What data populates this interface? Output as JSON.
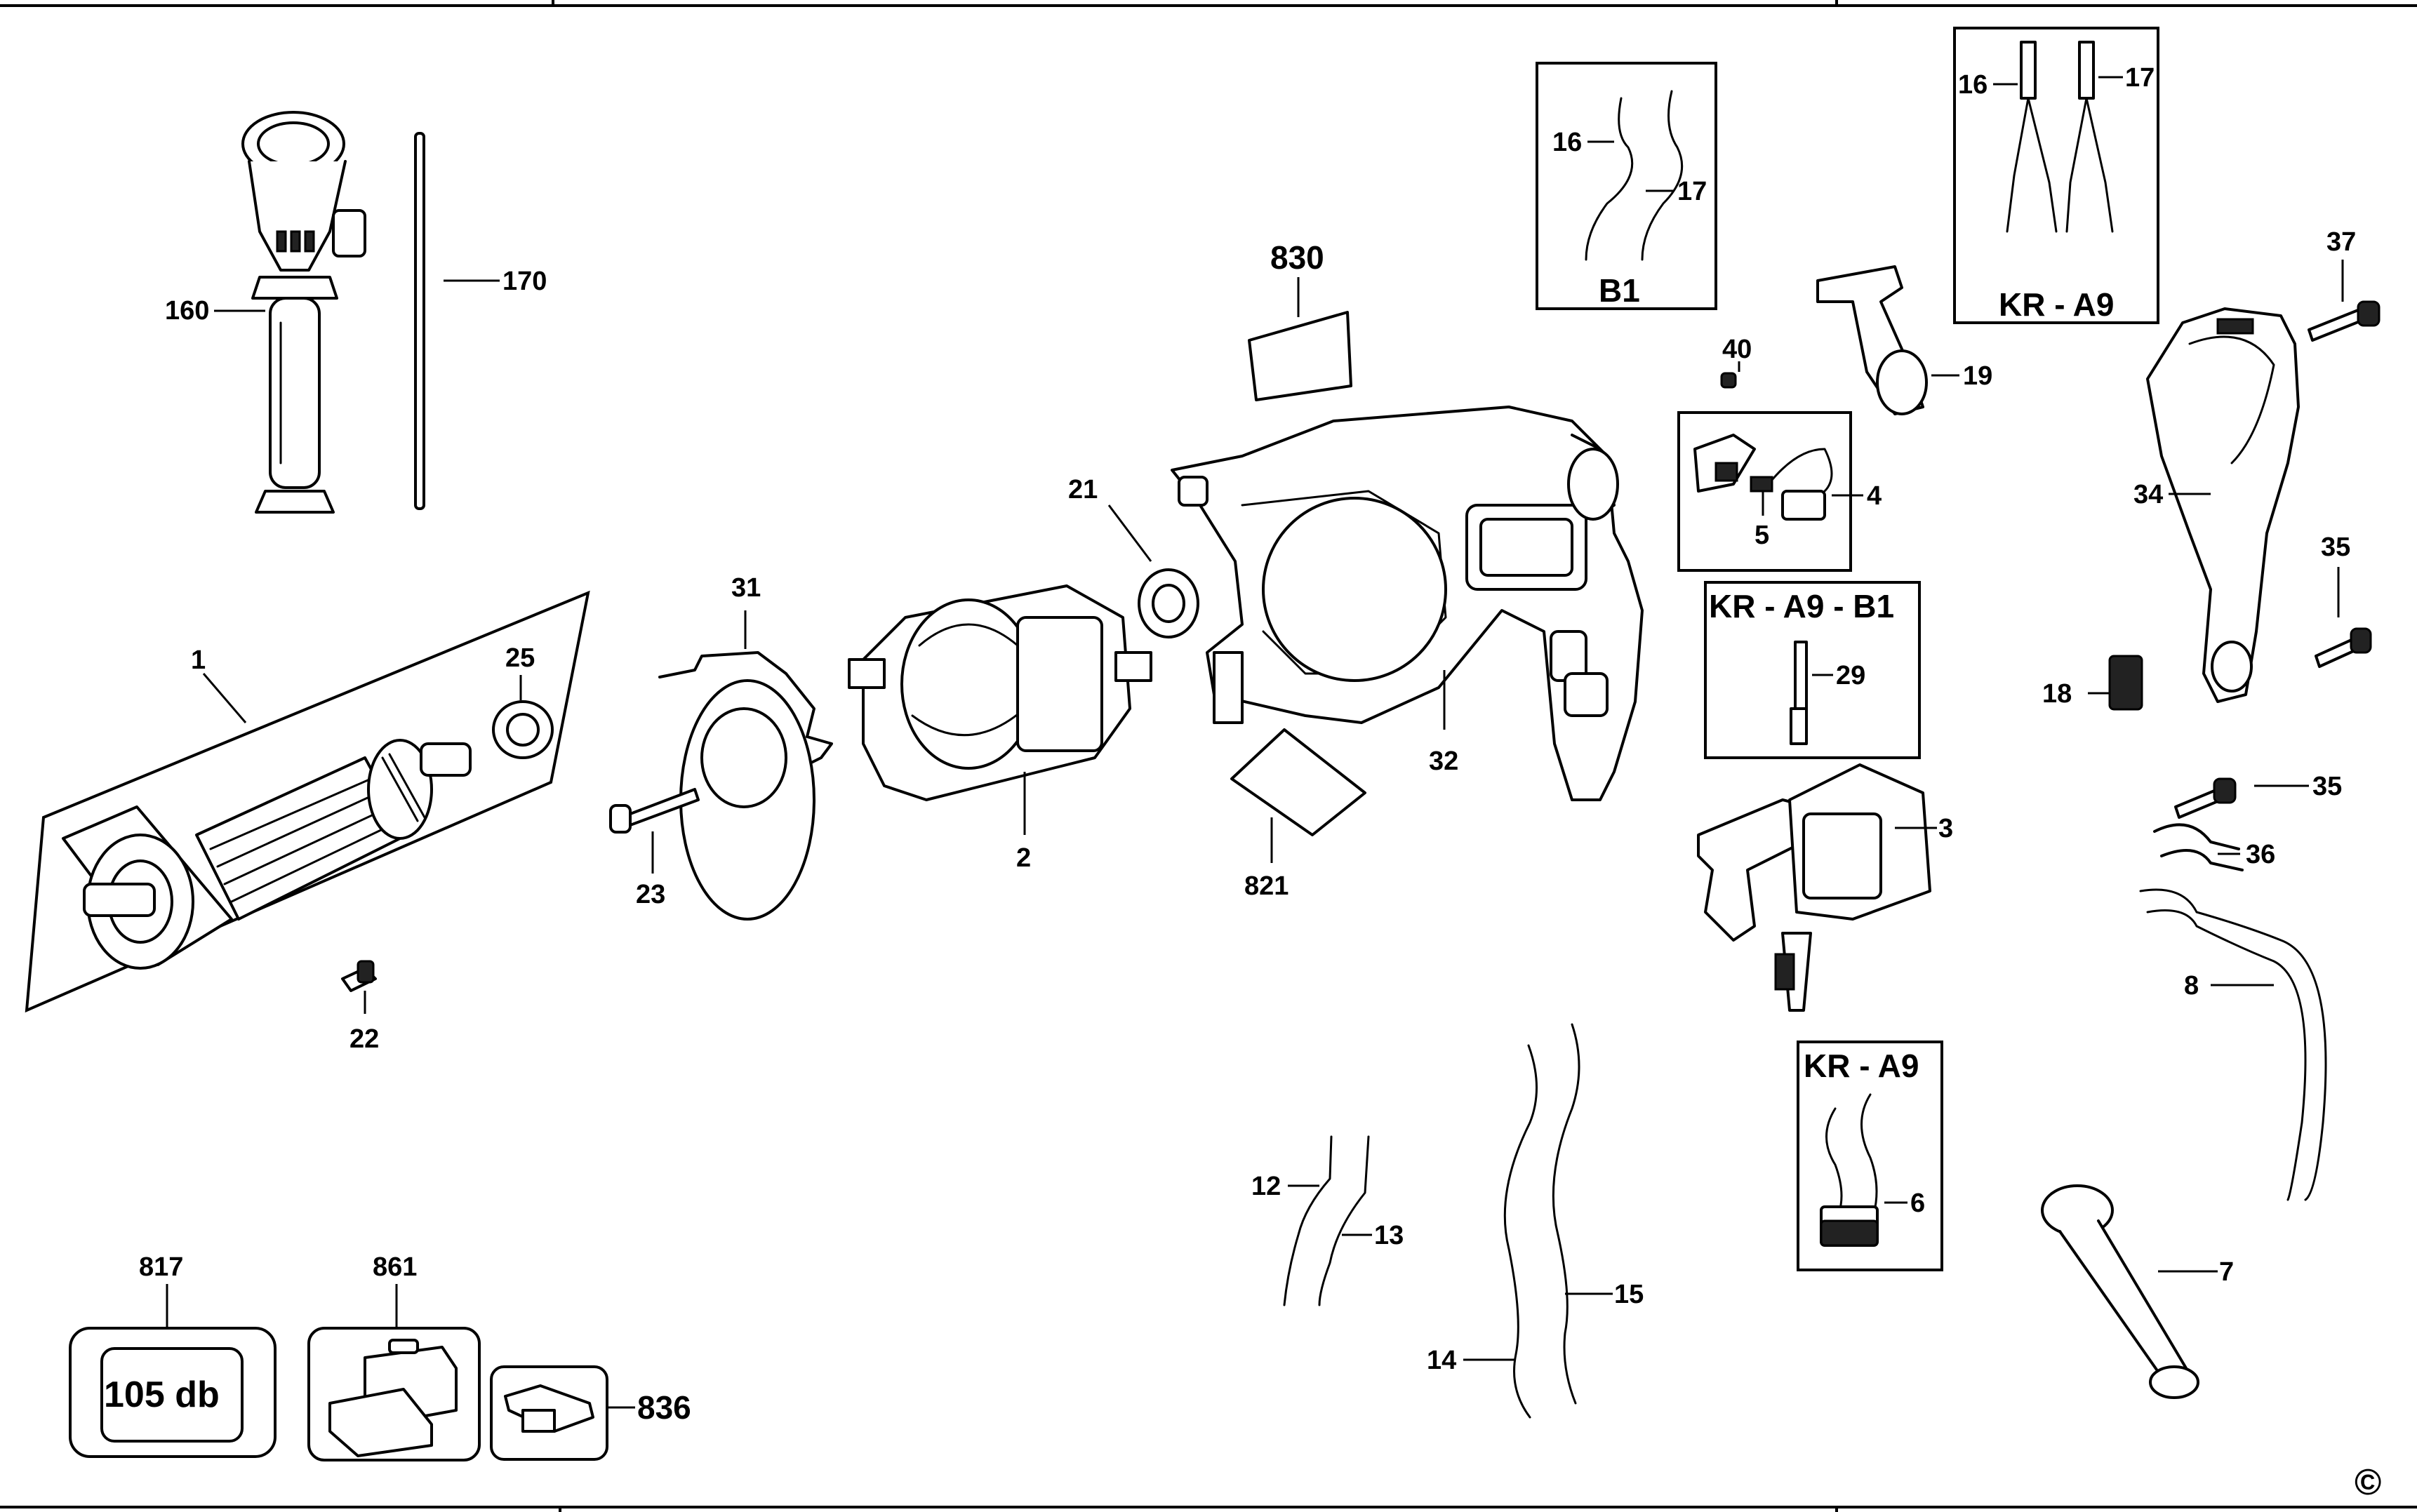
{
  "labels": {
    "p160": "160",
    "p170": "170",
    "p1": "1",
    "p25": "25",
    "p22": "22",
    "p31": "31",
    "p23": "23",
    "p2": "2",
    "p21": "21",
    "p830": "830",
    "p821": "821",
    "p32": "32",
    "p16a": "16",
    "p17a": "17",
    "p40": "40",
    "p19": "19",
    "p4": "4",
    "p5": "5",
    "p29": "29",
    "p3": "3",
    "p16b": "16",
    "p17b": "17",
    "p37": "37",
    "p34": "34",
    "p35a": "35",
    "p18": "18",
    "p35b": "35",
    "p36": "36",
    "p8": "8",
    "p6": "6",
    "p7": "7",
    "p12": "12",
    "p13": "13",
    "p14": "14",
    "p15": "15",
    "p817": "817",
    "p861": "861",
    "p836": "836"
  },
  "boxes": {
    "b1": "B1",
    "kr_a9_top": "KR - A9",
    "kr_a9_b1": "KR - A9 - B1",
    "kr_a9_bottom": "KR - A9"
  },
  "noise_label": "105 db",
  "copyright": "©"
}
